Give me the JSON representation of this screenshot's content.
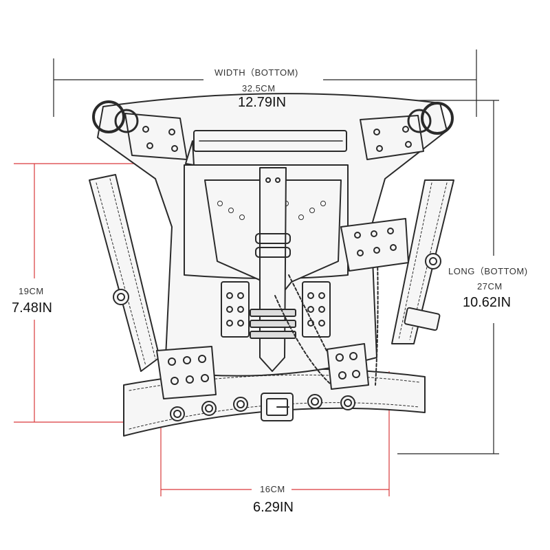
{
  "dimensions": {
    "width": {
      "title": "WIDTH（BOTTOM)",
      "cm": "32.5CM",
      "in": "12.79IN"
    },
    "height": {
      "cm": "19CM",
      "in": "7.48IN"
    },
    "long": {
      "title": "LONG（BOTTOM)",
      "cm": "27CM",
      "in": "10.62IN"
    },
    "bottom": {
      "cm": "16CM",
      "in": "6.29IN"
    }
  },
  "colors": {
    "dimension_black": "#222222",
    "dimension_red": "#d9383a",
    "outline": "#2a2a2a",
    "fill": "#f4f4f4"
  }
}
